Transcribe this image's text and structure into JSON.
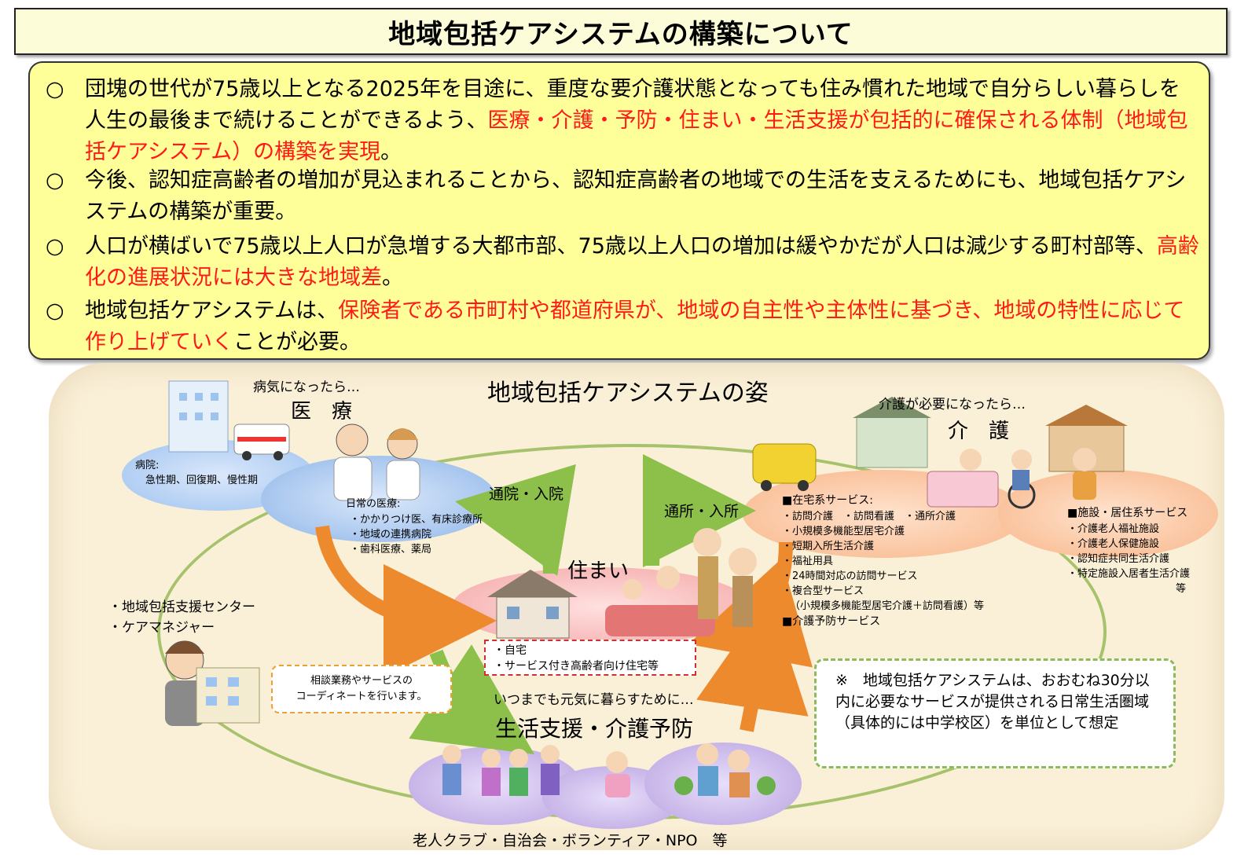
{
  "title": "地域包括ケアシステムの構築について",
  "marker": "○",
  "points": [
    {
      "before": "団塊の世代が75歳以上となる2025年を目途に、重度な要介護状態となっても住み慣れた地域で自分らしい暮らしを人生の最後まで続けることができるよう、",
      "highlight": "医療・介護・予防・住まい・生活支援が包括的に確保される体制（地域包括ケアシステム）の構築を実現",
      "after": "。"
    },
    {
      "before": "今後、認知症高齢者の増加が見込まれることから、認知症高齢者の地域での生活を支えるためにも、地域包括ケアシステムの構築が重要。",
      "highlight": "",
      "after": ""
    },
    {
      "before": "人口が横ばいで75歳以上人口が急増する大都市部、75歳以上人口の増加は緩やかだが人口は減少する町村部等、",
      "highlight": "高齢化の進展状況には大きな地域差",
      "after": "。"
    },
    {
      "before": "地域包括ケアシステムは、",
      "highlight": "保険者である市町村や都道府県が、地域の自主性や主体性に基づき、地域の特性に応じて作り上げていく",
      "after": "ことが必要。"
    }
  ],
  "diagram": {
    "title": "地域包括ケアシステムの姿",
    "medical": {
      "lead": "病気になったら…",
      "heading": "医　療",
      "hospital_label": "病院:",
      "hospital_detail": "急性期、回復期、慢性期",
      "daily_label": "日常の医療:",
      "daily_items": [
        "・かかりつけ医、有床診療所",
        "・地域の連携病院",
        "・歯科医療、薬局"
      ]
    },
    "care": {
      "lead": "介護が必要になったら…",
      "heading": "介　護",
      "home_services_title": "■在宅系サービス:",
      "home_services": [
        "・訪問介護　・訪問看護　・通所介護",
        "・小規模多機能型居宅介護",
        "・短期入所生活介護",
        "・福祉用具",
        "・24時間対応の訪問サービス",
        "・複合型サービス",
        "（小規模多機能型居宅介護＋訪問看護）等"
      ],
      "prevention_service": "■介護予防サービス",
      "facility_title": "■施設・居住系サービス",
      "facility_items": [
        "・介護老人福祉施設",
        "・介護老人保健施設",
        "・認知症共同生活介護",
        "・特定施設入居者生活介護"
      ],
      "facility_suffix": "等"
    },
    "housing": {
      "heading": "住まい",
      "items": [
        "・自宅",
        "・サービス付き高齢者向け住宅等"
      ]
    },
    "flows": {
      "medical": "通院・入院",
      "care": "通所・入所"
    },
    "support_center": {
      "items": [
        "・地域包括支援センター",
        "・ケアマネジャー"
      ],
      "callout_lines": [
        "相談業務やサービスの",
        "コーディネートを行います。"
      ]
    },
    "life_support": {
      "lead": "いつまでも元気に暮らすために…",
      "heading": "生活支援・介護予防",
      "footer": "老人クラブ・自治会・ボランティア・NPO　等"
    },
    "note": "※　地域包括ケアシステムは、おおむね30分以内に必要なサービスが提供される日常生活圏域（具体的には中学校区）を単位として想定"
  },
  "colors": {
    "title_bg": "#fdfcd8",
    "points_bg": "#ffff99",
    "highlight": "#ff1a1a",
    "diagram_bg": "#faf0d8",
    "ring": "#a6c26a",
    "medical_blob": "#9fc3ef",
    "care_blob": "#f8b68a",
    "housing_blob": "#f4a6a6",
    "life_blob": "#b9a3e0",
    "arrow_orange": "#ee8a2e",
    "arrow_green": "#8cc04a"
  }
}
